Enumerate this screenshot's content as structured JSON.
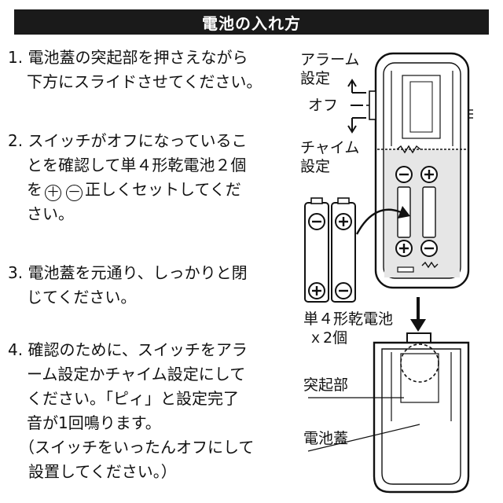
{
  "title": "電池の入れ方",
  "steps": {
    "s1": {
      "l1": "1. 電池蓋の突起部を押さえながら",
      "l2": "下方にスライドさせてください。"
    },
    "s2": {
      "l1": "2. スイッチがオフになっているこ",
      "l2": "とを確認して単４形乾電池２個",
      "l3a": "を",
      "plus": "＋",
      "minus": "－",
      "l3b": "正しくセットしてくだ",
      "l4": "さい。"
    },
    "s3": {
      "l1": "3. 電池蓋を元通り、しっかりと閉",
      "l2": "じてください。"
    },
    "s4": {
      "l1": "4. 確認のために、スイッチをアラ",
      "l2": "ーム設定かチャイム設定にして",
      "l3": "ください。「ピィ」と設定完了",
      "l4": "音が1回鳴ります。",
      "l5": "（スイッチをいったんオフにして",
      "l6": "設置してください。）"
    }
  },
  "diagram": {
    "alarm_l1": "アラーム",
    "alarm_l2": "設定",
    "off": "オフ",
    "chime_l1": "チャイム",
    "chime_l2": "設定",
    "batt_l1": "単４形乾電池",
    "batt_l2": "ｘ2個",
    "protrusion": "突起部",
    "cover": "電池蓋",
    "plus_symbol": "+",
    "minus_symbol": "−"
  }
}
